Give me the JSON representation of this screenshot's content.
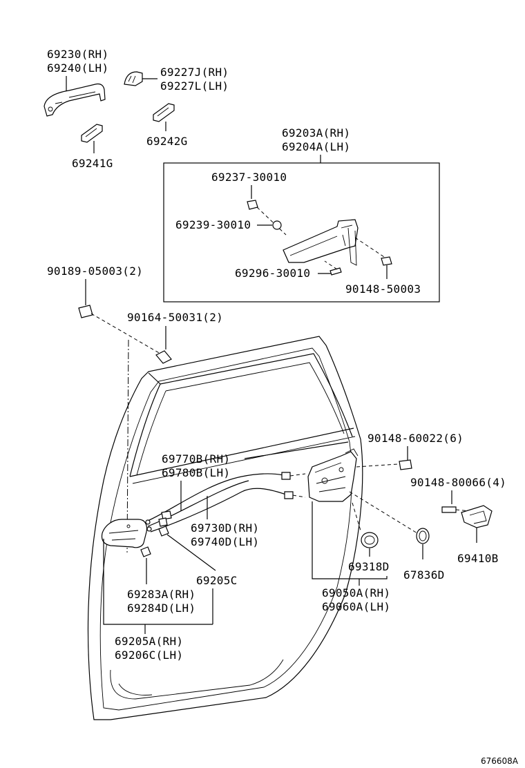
{
  "diagram_id": "676608A",
  "labels": {
    "l69230": "69230(RH)",
    "l69240": "69240(LH)",
    "l69227J": "69227J(RH)",
    "l69227L": "69227L(LH)",
    "l69242G": "69242G",
    "l69241G": "69241G",
    "l69203A": "69203A(RH)",
    "l69204A": "69204A(LH)",
    "l69237": "69237-30010",
    "l69239": "69239-30010",
    "l69296": "69296-30010",
    "l90148_5": "90148-50003",
    "l90189": "90189-05003(2)",
    "l90164": "90164-50031(2)",
    "l90148_6": "90148-60022(6)",
    "l90148_8": "90148-80066(4)",
    "l69770B": "69770B(RH)",
    "l69780B": "69780B(LH)",
    "l69730D": "69730D(RH)",
    "l69740D": "69740D(LH)",
    "l69205C": "69205C",
    "l69283A": "69283A(RH)",
    "l69284D": "69284D(LH)",
    "l69205A": "69205A(RH)",
    "l69206C": "69206C(LH)",
    "l69318D": "69318D",
    "l67836D": "67836D",
    "l69050A": "69050A(RH)",
    "l69060A": "69060A(LH)",
    "l69410B": "69410B"
  }
}
